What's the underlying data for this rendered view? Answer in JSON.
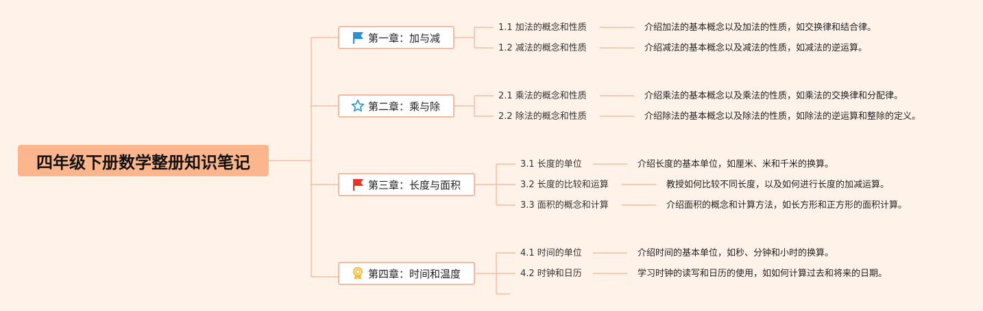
{
  "root": {
    "title": "四年级下册数学整册知识笔记"
  },
  "chapters": [
    {
      "title": "第一章：加与减",
      "icon": "blue-flag-icon",
      "topics": [
        {
          "title": "1.1 加法的概念和性质",
          "desc": "介绍加法的基本概念以及加法的性质，如交换律和结合律。"
        },
        {
          "title": "1.2 减法的概念和性质",
          "desc": "介绍减法的基本概念以及减法的性质，如减法的逆运算。"
        }
      ]
    },
    {
      "title": "第二章：乘与除",
      "icon": "star-outline-icon",
      "topics": [
        {
          "title": "2.1 乘法的概念和性质",
          "desc": "介绍乘法的基本概念以及乘法的性质，如乘法的交换律和分配律。"
        },
        {
          "title": "2.2 除法的概念和性质",
          "desc": "介绍除法的基本概念以及除法的性质，如除法的逆运算和整除的定义。"
        }
      ]
    },
    {
      "title": "第三章：长度与面积",
      "icon": "red-flag-icon",
      "topics": [
        {
          "title": "3.1 长度的单位",
          "desc": "介绍长度的基本单位，如厘米、米和千米的换算。"
        },
        {
          "title": "3.2 长度的比较和运算",
          "desc": "教授如何比较不同长度，以及如何进行长度的加减运算。"
        },
        {
          "title": "3.3 面积的概念和计算",
          "desc": "介绍面积的概念和计算方法，如长方形和正方形的面积计算。"
        }
      ]
    },
    {
      "title": "第四章：时间和温度",
      "icon": "award-medal-icon",
      "topics": [
        {
          "title": "4.1 时间的单位",
          "desc": "介绍时间的基本单位，如秒、分钟和小时的换算。"
        },
        {
          "title": "4.2 时钟和日历",
          "desc": "学习时钟的读写和日历的使用，如如何计算过去和将来的日期。"
        }
      ]
    }
  ],
  "colors": {
    "background": "#fff2e9",
    "root_fill": "#fbb68d",
    "line": "#f7b99e",
    "node_border": "#f7b99e",
    "flag_blue": "#2b8fd6",
    "flag_red": "#e8342b",
    "medal": "#f2b632"
  }
}
